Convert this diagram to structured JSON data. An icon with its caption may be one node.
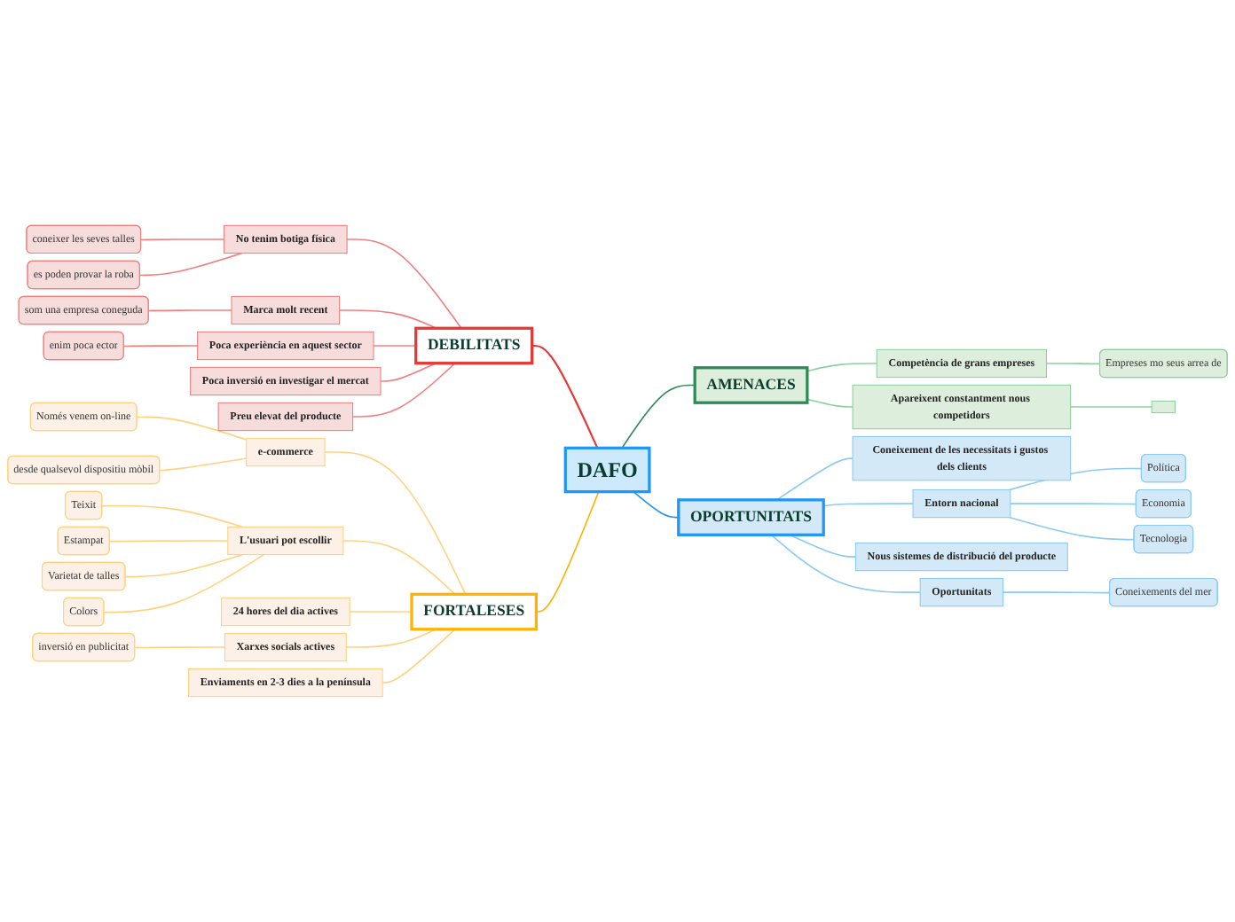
{
  "diagram": {
    "nodes": [
      {
        "text": [
          "DAFO"
        ]
      },
      {
        "text": [
          "DEBILITATS"
        ]
      },
      {
        "text": [
          "No tenim botiga física"
        ]
      },
      {
        "text": [
          "coneixer les seves talles"
        ]
      },
      {
        "text": [
          "es poden provar la roba"
        ]
      },
      {
        "text": [
          "Marca molt recent"
        ]
      },
      {
        "text": [
          "som una empresa coneguda"
        ]
      },
      {
        "text": [
          "Poca experiència en aquest sector"
        ]
      },
      {
        "text": [
          "enim poca ector"
        ]
      },
      {
        "text": [
          "Poca inversió en investigar el mercat"
        ]
      },
      {
        "text": [
          "Preu elevat del producte"
        ]
      },
      {
        "text": [
          "FORTALESES"
        ]
      },
      {
        "text": [
          "e-commerce"
        ]
      },
      {
        "text": [
          "Només venem on-line"
        ]
      },
      {
        "text": [
          "desde qualsevol dispositiu mòbil"
        ]
      },
      {
        "text": [
          "L'usuari pot escollir"
        ]
      },
      {
        "text": [
          "Teixit"
        ]
      },
      {
        "text": [
          "Estampat"
        ]
      },
      {
        "text": [
          "Varietat de talles"
        ]
      },
      {
        "text": [
          "Colors"
        ]
      },
      {
        "text": [
          "24 hores del dia actives"
        ]
      },
      {
        "text": [
          "Xarxes socials actives"
        ]
      },
      {
        "text": [
          "inversió en publicitat"
        ]
      },
      {
        "text": [
          "Enviaments en 2-3 dies a la península"
        ]
      },
      {
        "text": [
          "AMENACES"
        ]
      },
      {
        "text": [
          "Competència de grans empreses"
        ]
      },
      {
        "text": [
          "Empreses mo seus arrea de"
        ]
      },
      {
        "text": [
          "Apareixent constantment nous competidors"
        ]
      },
      {
        "text": [],
        "shape": "box"
      },
      {
        "text": [
          "OPORTUNITATS"
        ]
      },
      {
        "text": [
          "Coneixement de les necessitats i gustos dels clients"
        ]
      },
      {
        "text": [
          "Entorn nacional"
        ]
      },
      {
        "text": [
          "Política"
        ]
      },
      {
        "text": [
          "Economia"
        ]
      },
      {
        "text": [
          "Tecnologia"
        ]
      },
      {
        "text": [
          "Nous sistemes de distribució del producte"
        ]
      },
      {
        "text": [
          "Oportunitats"
        ]
      },
      {
        "text": [
          "Coneixements del mer"
        ]
      }
    ],
    "edges": [
      {
        "from": 1,
        "to": 0,
        "arrow": "none",
        "color": "#e53935"
      },
      {
        "from": 2,
        "to": 1,
        "arrow": "none",
        "color": "#f08080"
      },
      {
        "from": 3,
        "to": 2,
        "arrow": "none",
        "color": "#f08080"
      },
      {
        "from": 4,
        "to": 2,
        "arrow": "none",
        "color": "#f08080"
      },
      {
        "from": 5,
        "to": 1,
        "arrow": "none",
        "color": "#f08080"
      },
      {
        "from": 6,
        "to": 5,
        "arrow": "none",
        "color": "#f08080"
      },
      {
        "from": 7,
        "to": 1,
        "arrow": "none",
        "color": "#f08080"
      },
      {
        "from": 8,
        "to": 7,
        "arrow": "none",
        "color": "#f08080"
      },
      {
        "from": 9,
        "to": 1,
        "arrow": "none",
        "color": "#f08080"
      },
      {
        "from": 10,
        "to": 1,
        "arrow": "none",
        "color": "#f08080"
      },
      {
        "from": 11,
        "to": 0,
        "arrow": "none",
        "color": "#ffb300"
      },
      {
        "from": 12,
        "to": 11,
        "arrow": "none",
        "color": "#ffd27f"
      },
      {
        "from": 13,
        "to": 12,
        "arrow": "none",
        "color": "#ffd27f"
      },
      {
        "from": 14,
        "to": 12,
        "arrow": "none",
        "color": "#ffd27f"
      },
      {
        "from": 15,
        "to": 11,
        "arrow": "none",
        "color": "#ffd27f"
      },
      {
        "from": 16,
        "to": 15,
        "arrow": "none",
        "color": "#ffd27f"
      },
      {
        "from": 17,
        "to": 15,
        "arrow": "none",
        "color": "#ffd27f"
      },
      {
        "from": 18,
        "to": 15,
        "arrow": "none",
        "color": "#ffd27f"
      },
      {
        "from": 19,
        "to": 15,
        "arrow": "none",
        "color": "#ffd27f"
      },
      {
        "from": 20,
        "to": 11,
        "arrow": "none",
        "color": "#ffd27f"
      },
      {
        "from": 21,
        "to": 11,
        "arrow": "none",
        "color": "#ffd27f"
      },
      {
        "from": 22,
        "to": 21,
        "arrow": "none",
        "color": "#ffd27f"
      },
      {
        "from": 23,
        "to": 11,
        "arrow": "none",
        "color": "#ffd27f"
      },
      {
        "from": 0,
        "to": 24,
        "arrow": "none",
        "color": "#2e8b57"
      },
      {
        "from": 24,
        "to": 25,
        "arrow": "none",
        "color": "#8fcf9f"
      },
      {
        "from": 25,
        "to": 26,
        "arrow": "none",
        "color": "#8fcf9f"
      },
      {
        "from": 24,
        "to": 27,
        "arrow": "none",
        "color": "#8fcf9f"
      },
      {
        "from": 27,
        "to": 28,
        "arrow": "none",
        "color": "#8fcf9f"
      },
      {
        "from": 0,
        "to": 29,
        "arrow": "none",
        "color": "#2196f3"
      },
      {
        "from": 29,
        "to": 30,
        "arrow": "none",
        "color": "#8ccaf0"
      },
      {
        "from": 29,
        "to": 31,
        "arrow": "none",
        "color": "#8ccaf0"
      },
      {
        "from": 31,
        "to": 32,
        "arrow": "none",
        "color": "#8ccaf0"
      },
      {
        "from": 31,
        "to": 33,
        "arrow": "none",
        "color": "#8ccaf0"
      },
      {
        "from": 31,
        "to": 34,
        "arrow": "none",
        "color": "#8ccaf0"
      },
      {
        "from": 29,
        "to": 35,
        "arrow": "none",
        "color": "#8ccaf0"
      },
      {
        "from": 29,
        "to": 36,
        "arrow": "none",
        "color": "#8ccaf0"
      },
      {
        "from": 36,
        "to": 37,
        "arrow": "none",
        "color": "#8ccaf0"
      }
    ]
  }
}
